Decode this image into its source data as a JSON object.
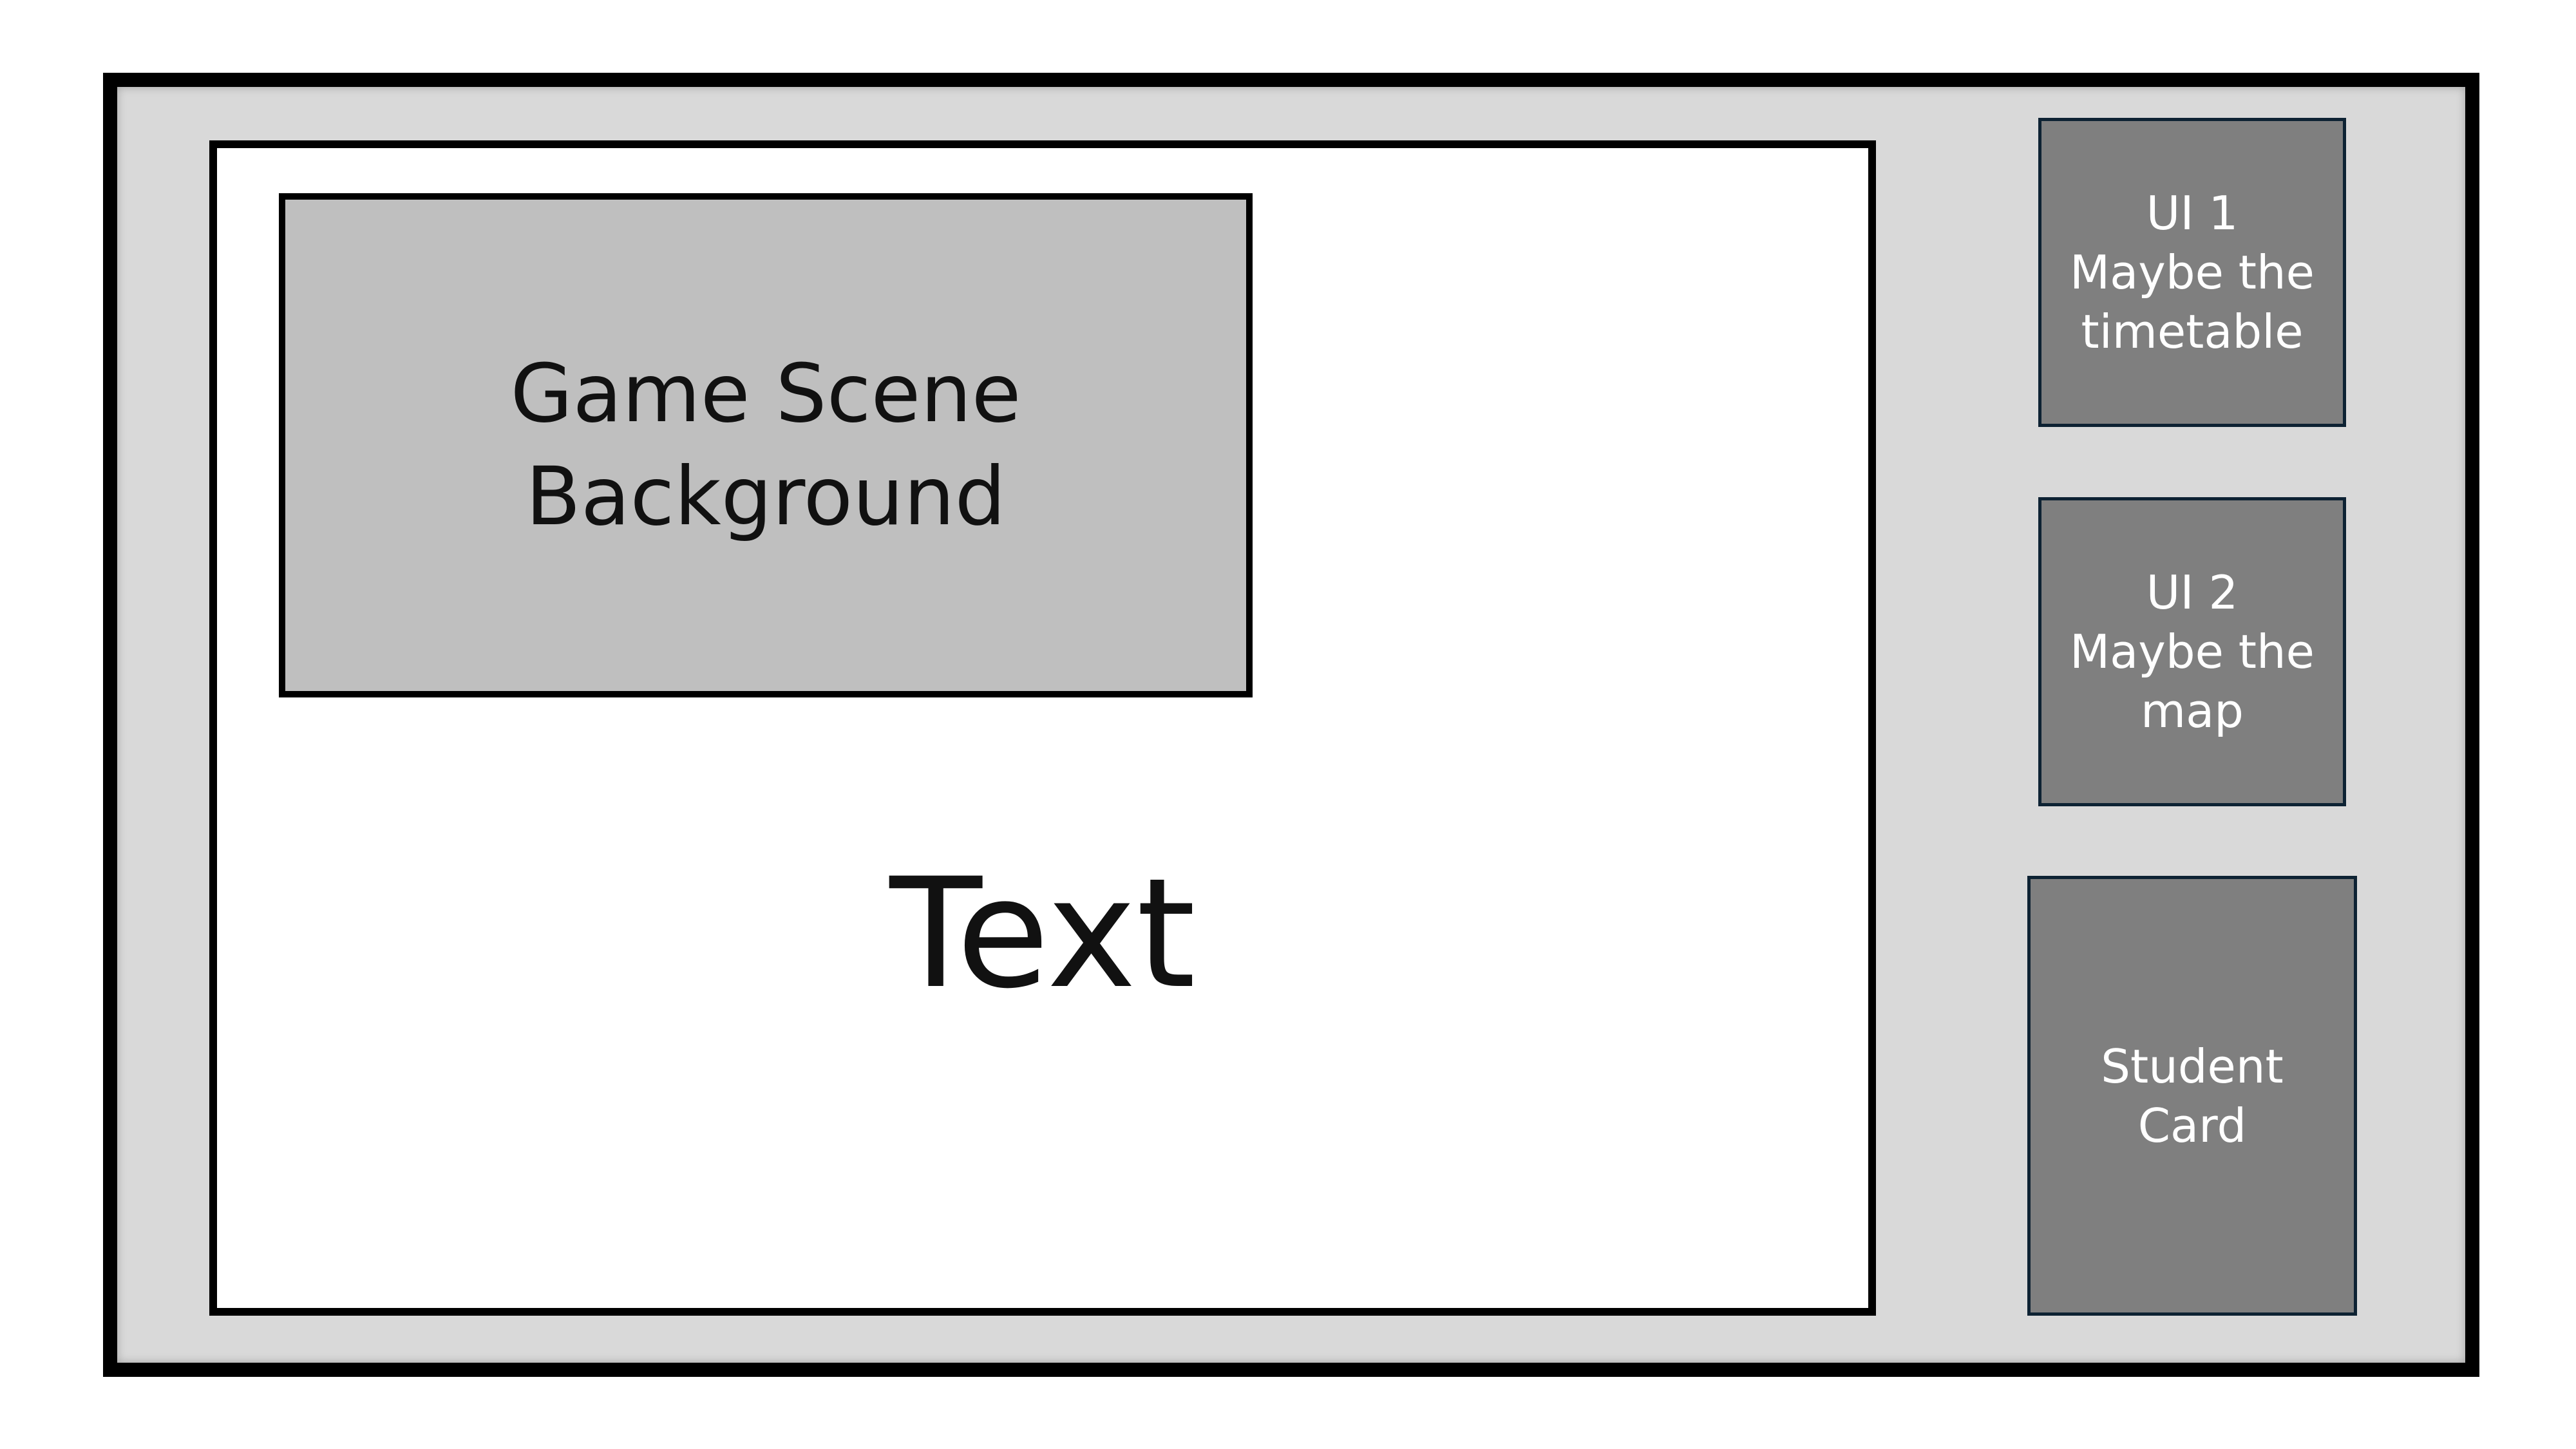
{
  "scene": {
    "label": "Game Scene\nBackground"
  },
  "text_area": {
    "label": "Text"
  },
  "panels": [
    {
      "label": "UI 1\nMaybe the\ntimetable"
    },
    {
      "label": "UI 2\nMaybe the\nmap"
    },
    {
      "label": "Student\nCard"
    }
  ],
  "colors": {
    "frame_border": "#000000",
    "frame_fill": "#d9d9d9",
    "scene_fill": "#bfbfbf",
    "panel_fill": "#7f7f7f",
    "panel_border": "#0d2233"
  }
}
